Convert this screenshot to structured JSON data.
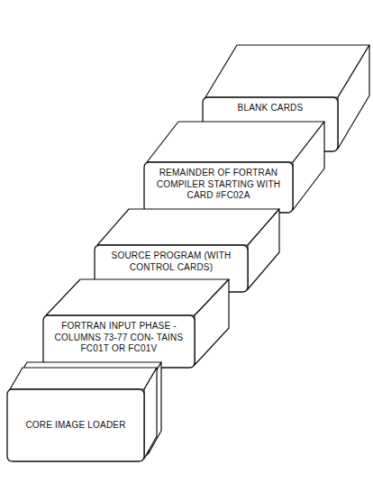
{
  "diagram": {
    "nodes": [
      {
        "text": [
          "BLANK CARDS"
        ]
      },
      {
        "text": [
          "REMAINDER OF FORTRAN COMPILER STARTING WITH CARD #FC02A"
        ]
      },
      {
        "text": [
          "SOURCE PROGRAM (WITH CONTROL CARDS)"
        ]
      },
      {
        "text": [
          "FORTRAN INPUT PHASE - COLUMNS 73-77 CON- TAINS FC01T OR FC01V"
        ]
      },
      {
        "text": [
          "CORE IMAGE LOADER"
        ]
      }
    ]
  }
}
